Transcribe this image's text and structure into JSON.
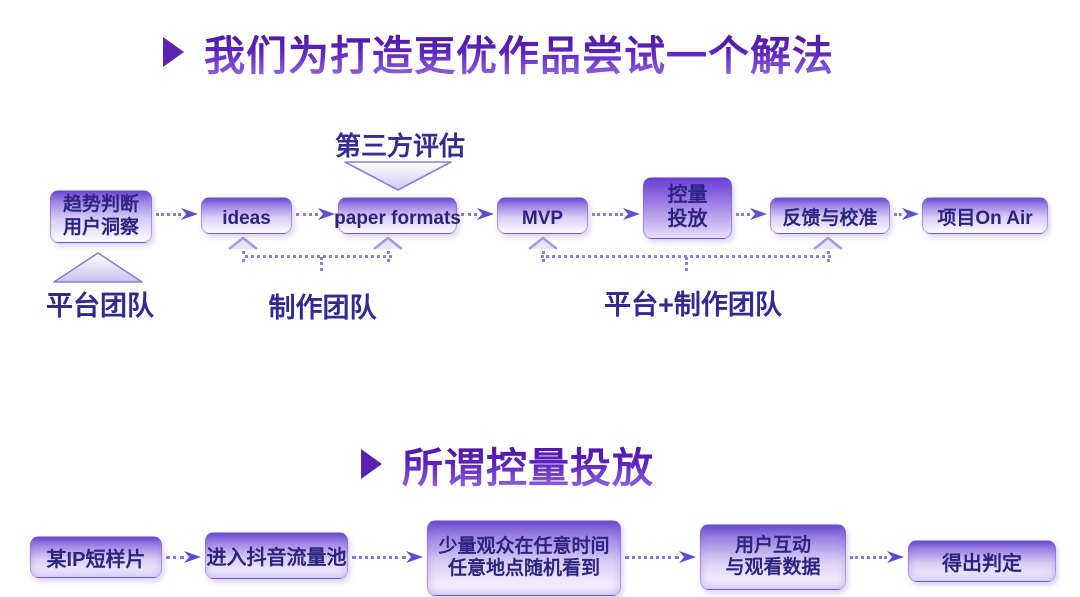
{
  "section1": {
    "title": "我们为打造更优作品尝试一个解法",
    "annotation": "第三方评估",
    "boxes": [
      {
        "line1": "趋势判断",
        "line2": "用户洞察"
      },
      {
        "line1": "ideas",
        "line2": ""
      },
      {
        "line1": "paper formats",
        "line2": ""
      },
      {
        "line1": "MVP",
        "line2": ""
      },
      {
        "line1": "控量",
        "line2": "投放"
      },
      {
        "line1": "反馈与校准",
        "line2": ""
      },
      {
        "line1": "项目On Air",
        "line2": ""
      }
    ],
    "team_labels": {
      "platform": "平台团队",
      "production": "制作团队",
      "platform_production": "平台+制作团队"
    }
  },
  "section2": {
    "title": "所谓控量投放",
    "boxes": [
      {
        "line1": "某IP短样片",
        "line2": ""
      },
      {
        "line1": "进入抖音流量池",
        "line2": ""
      },
      {
        "line1": "少量观众在任意时间",
        "line2": "任意地点随机看到"
      },
      {
        "line1": "用户互动",
        "line2": "与观看数据"
      },
      {
        "line1": "得出判定",
        "line2": ""
      }
    ]
  },
  "colors": {
    "title_gradient_top": "#43128c",
    "title_gradient_bottom": "#9b74e6",
    "box_gradient_top": "#6a48ce",
    "box_gradient_bottom": "#f8f6fe",
    "box_text": "#2d2380",
    "arrow_head": "#5b4ecf",
    "dotted_line": "#8678dd",
    "label_text": "#33298f",
    "background": "#ffffff"
  }
}
